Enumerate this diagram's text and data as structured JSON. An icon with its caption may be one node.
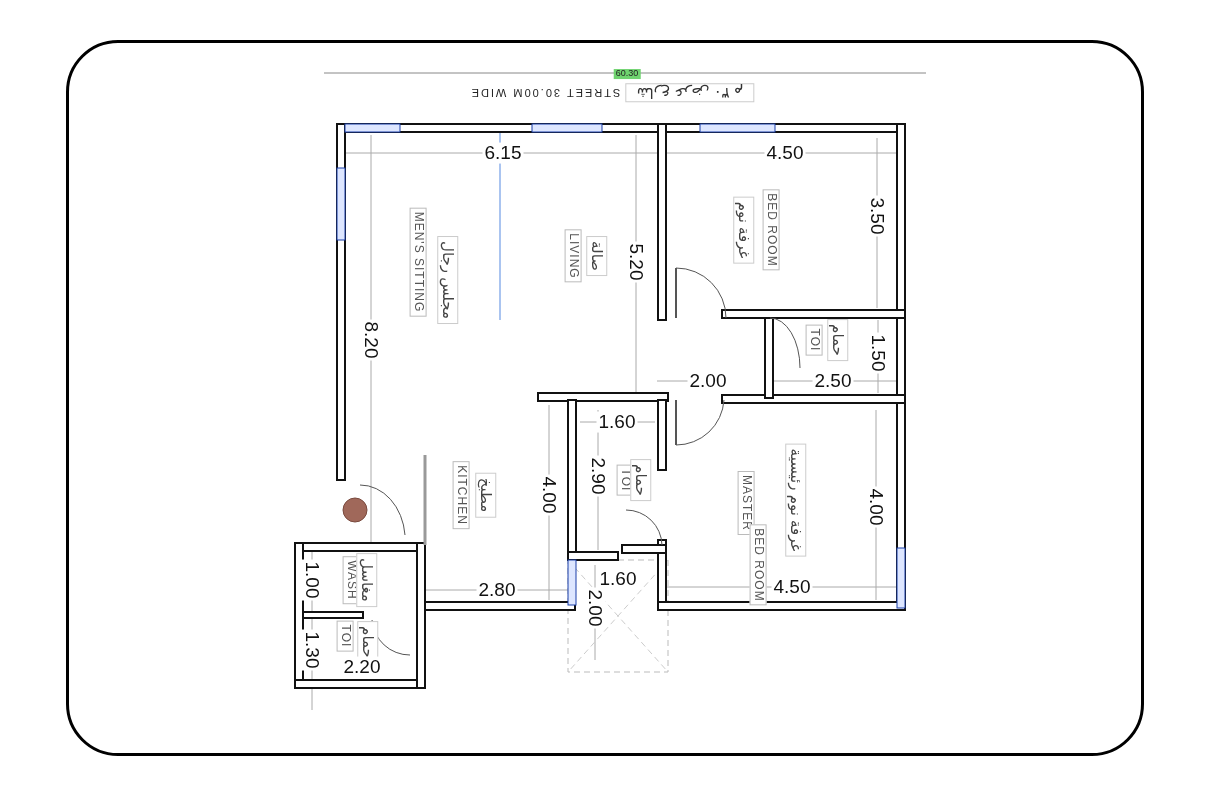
{
  "diagram": {
    "labels": [
      "60.30",
      "STREET 30.00M WIDE",
      "شارع عرض ٣٠ م",
      "6.15",
      "4.50",
      "3.50",
      "غرفة نوم",
      "BED ROOM",
      "MEN'S SITTING",
      "مجلس رجال",
      "LIVING",
      "صالة",
      "5.20",
      "8.20",
      "TOI",
      "حمام",
      "1.50",
      "2.00",
      "2.50",
      "1.60",
      "2.90",
      "TOI",
      "حمام",
      "KITCHEN",
      "مطبخ",
      "4.00",
      "MASTER",
      "BED ROOM",
      "غرفة نوم رئيسية",
      "4.00",
      "1.00",
      "WASH",
      "مغاسل",
      "2.80",
      "1.60",
      "2.00",
      "4.50",
      "1.30",
      "TOI",
      "حمام",
      "2.20"
    ]
  }
}
